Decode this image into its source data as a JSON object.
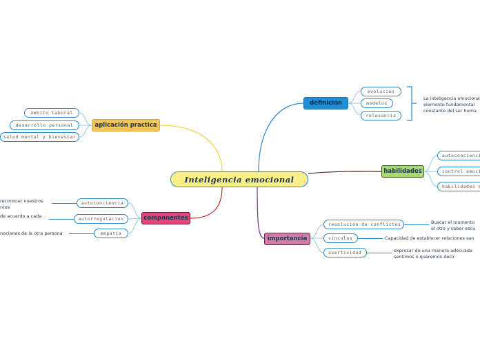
{
  "central": {
    "title": "Inteligencia emocional"
  },
  "definicion": {
    "label": "definición",
    "items": [
      "evolución",
      "modelos",
      "relevancia"
    ],
    "note": "La inteligencia emocional\nelemento fundamental\nconstante del ser huma"
  },
  "habilidades": {
    "label": "habilidades",
    "items": [
      "autoconciencia",
      "control emocional",
      "habilidades sociales"
    ]
  },
  "importancia": {
    "label": "importancia",
    "items": [
      {
        "label": "resolucion de conflictos",
        "note": "Buscar el momento\nel otro y saber escu"
      },
      {
        "label": "vinculos",
        "note": "Capacidad de establecer relaciones san"
      },
      {
        "label": "asertividad",
        "note": "expresar de una manera adecuada\nsentimos o queremos decir"
      }
    ]
  },
  "aplicacion": {
    "label": "aplicación practica",
    "items": [
      "ámbito laboral",
      "desarrollo personal",
      "salud mental y bienestar"
    ]
  },
  "componentes": {
    "label": "componentes",
    "items": [
      {
        "label": "autoconciencia",
        "note": "reconocer nuestros\nntos"
      },
      {
        "label": "autorregulacion",
        "note": "de acuerdo a cada"
      },
      {
        "label": "empatia",
        "note": "nociones de la otra persona"
      }
    ]
  },
  "colors": {
    "central_fill": "#fbef8c",
    "definicion": "#1f8fd6",
    "habilidades": "#a9d86e",
    "importancia": "#d67aa6",
    "aplicacion": "#f2c45f",
    "componentes": "#e2457c",
    "pill_border": "#2f86c8"
  }
}
